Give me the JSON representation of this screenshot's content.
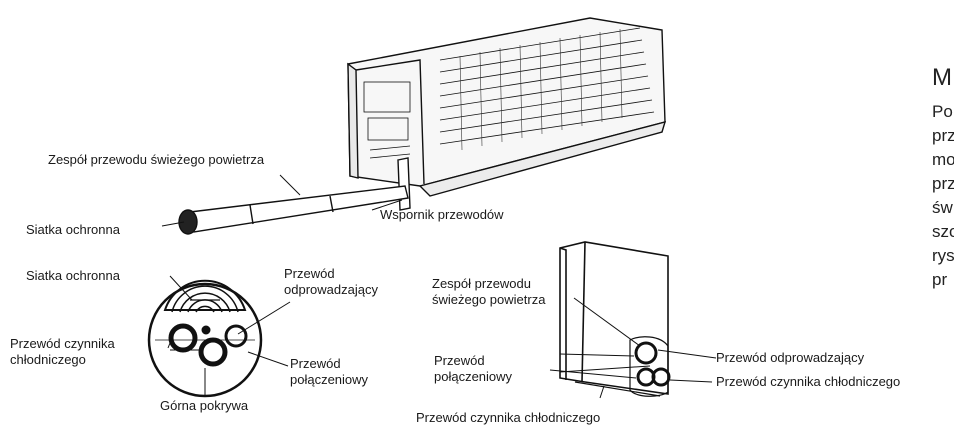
{
  "labels": {
    "fresh_air_assembly": "Zespół przewodu świeżego powietrza",
    "protective_mesh_top": "Siatka ochronna",
    "pipe_support": "Wspornik przewodów",
    "protective_mesh_detail": "Siatka ochronna",
    "drain_pipe_detail": "Przewód odprowadzający",
    "refrigerant_pipe_detail": "Przewód czynnika chłodniczego",
    "connection_pipe_detail": "Przewód połączeniowy",
    "top_cover": "Górna pokrywa",
    "fresh_air_assembly_side": "Zespół przewodu świeżego powietrza",
    "connection_pipe_side": "Przewód połączeniowy",
    "drain_pipe_side": "Przewód odprowadzający",
    "refrigerant_pipe_side": "Przewód czynnika chłodniczego",
    "refrigerant_pipe_bottom": "Przewód czynnika chłodniczego"
  },
  "side_text": {
    "title": "M",
    "lines": [
      "Po",
      "prz",
      "mo",
      "prz",
      "św",
      "szo",
      "rys",
      "pr"
    ]
  }
}
